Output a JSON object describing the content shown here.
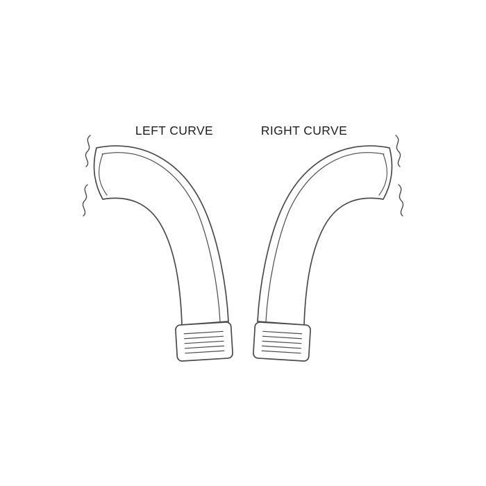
{
  "page": {
    "background": "#ffffff"
  },
  "diagram": {
    "ink": "#4a4a4a",
    "labels": {
      "left": "LEFT CURVE",
      "right": "RIGHT CURVE"
    },
    "figures": [
      {
        "name": "left-curve",
        "label": "LEFT CURVE"
      },
      {
        "name": "right-curve",
        "label": "RIGHT CURVE"
      }
    ]
  }
}
